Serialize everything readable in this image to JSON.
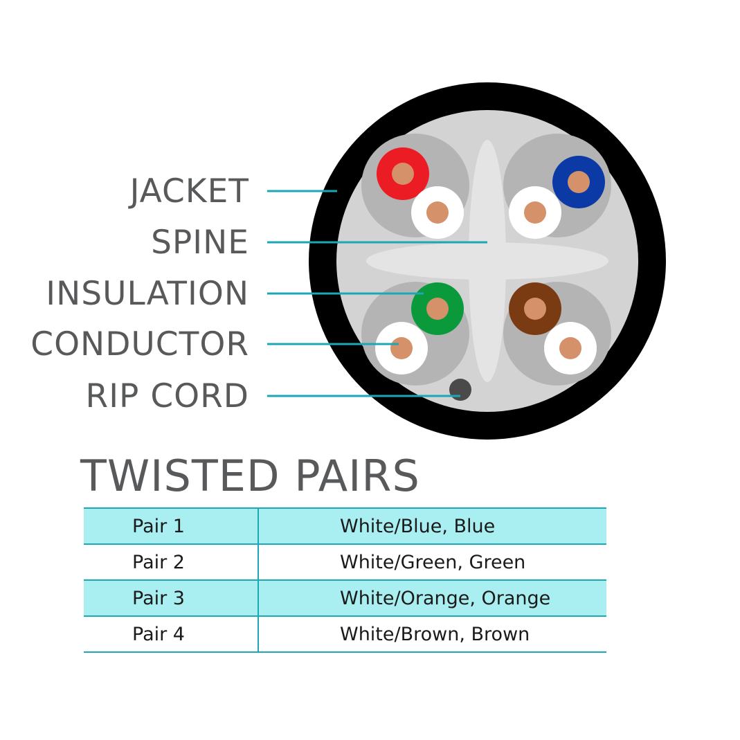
{
  "labels": {
    "jacket": "JACKET",
    "spine": "SPINE",
    "insulation": "INSULATION",
    "conductor": "CONDUCTOR",
    "rip_cord": "RIP CORD"
  },
  "table": {
    "title": "TWISTED PAIRS",
    "rows": [
      {
        "pair": "Pair 1",
        "colors": "White/Blue, Blue"
      },
      {
        "pair": "Pair 2",
        "colors": "White/Green, Green"
      },
      {
        "pair": "Pair 3",
        "colors": "White/Orange, Orange"
      },
      {
        "pair": "Pair 4",
        "colors": "White/Brown, Brown"
      }
    ]
  },
  "colors": {
    "jacket": "#000000",
    "filler": "#d3d3d3",
    "spine": "#e4e4e4",
    "accent_line": "#1ca7b4",
    "table_shading": "#a9eef0",
    "wire_red": "#ec1c24",
    "wire_blue": "#0b3aa6",
    "wire_green": "#0a9a3c",
    "wire_brown": "#7a3b12",
    "wire_white": "#ffffff",
    "conductor_copper": "#d4916a",
    "rip_cord": "#4a4a4a"
  }
}
